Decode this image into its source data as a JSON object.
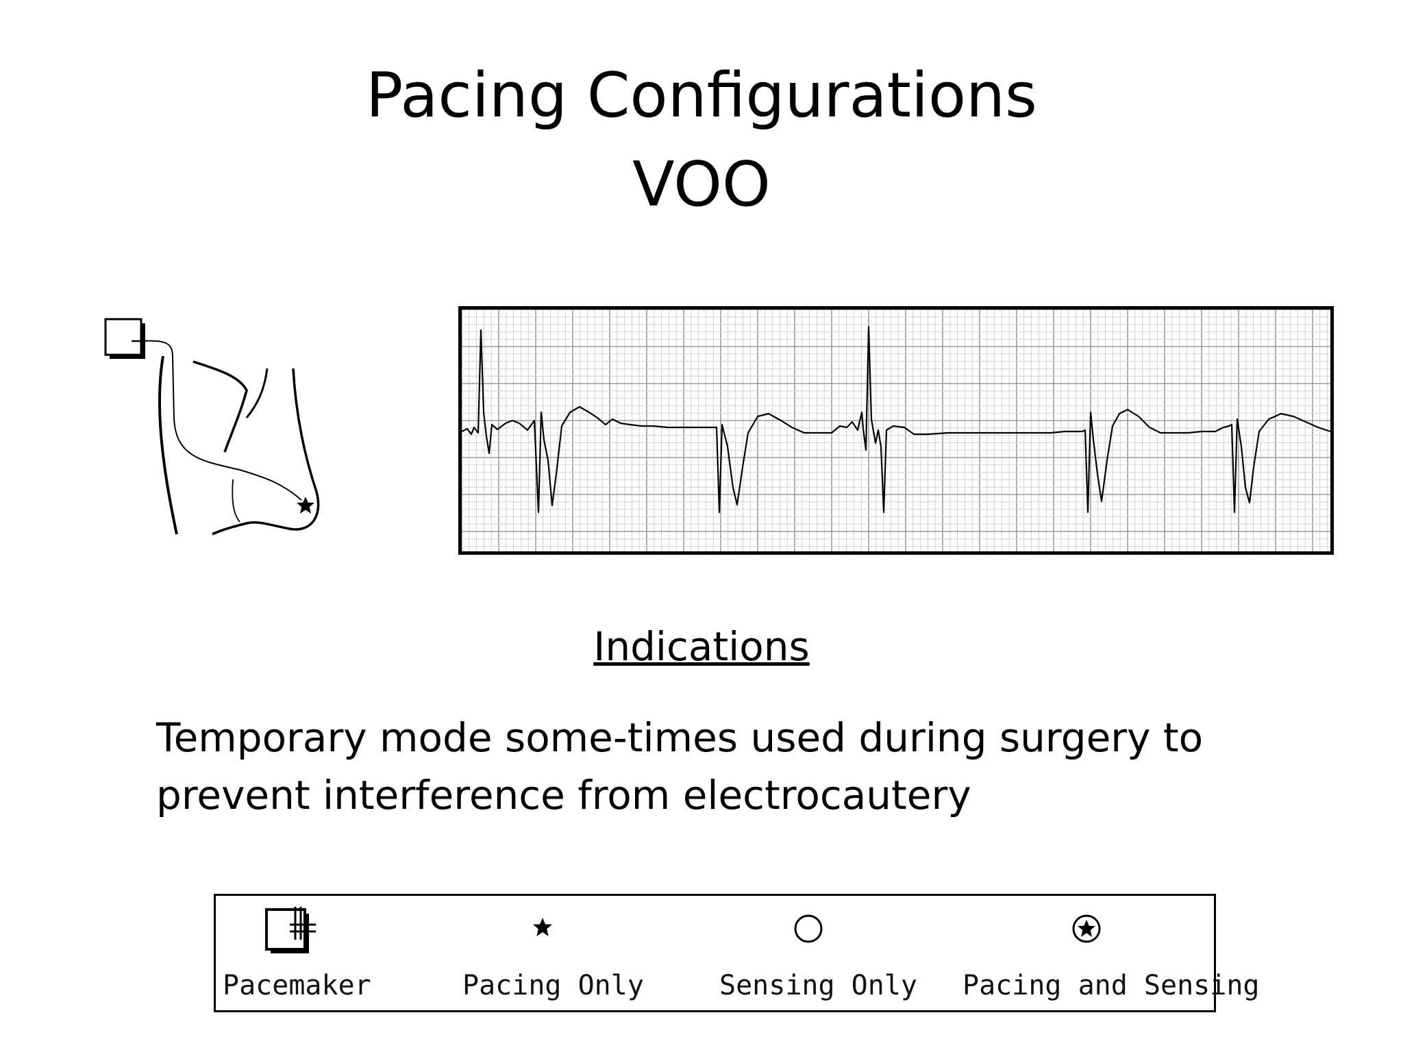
{
  "title": {
    "line1": "Pacing Configurations",
    "line2": "VOO"
  },
  "section_heading": "Indications",
  "description": "Temporary mode some-times used during surgery to prevent interference from electrocautery",
  "legend": {
    "items": [
      {
        "icon": "pacemaker-icon",
        "label": "Pacemaker"
      },
      {
        "icon": "star-icon",
        "label": "Pacing Only"
      },
      {
        "icon": "circle-icon",
        "label": "Sensing Only"
      },
      {
        "icon": "star-in-circle-icon",
        "label": "Pacing and Sensing"
      }
    ]
  },
  "colors": {
    "grid_minor": "#d0d0d0",
    "grid_major": "#9a9a9a",
    "trace": "#000000"
  }
}
